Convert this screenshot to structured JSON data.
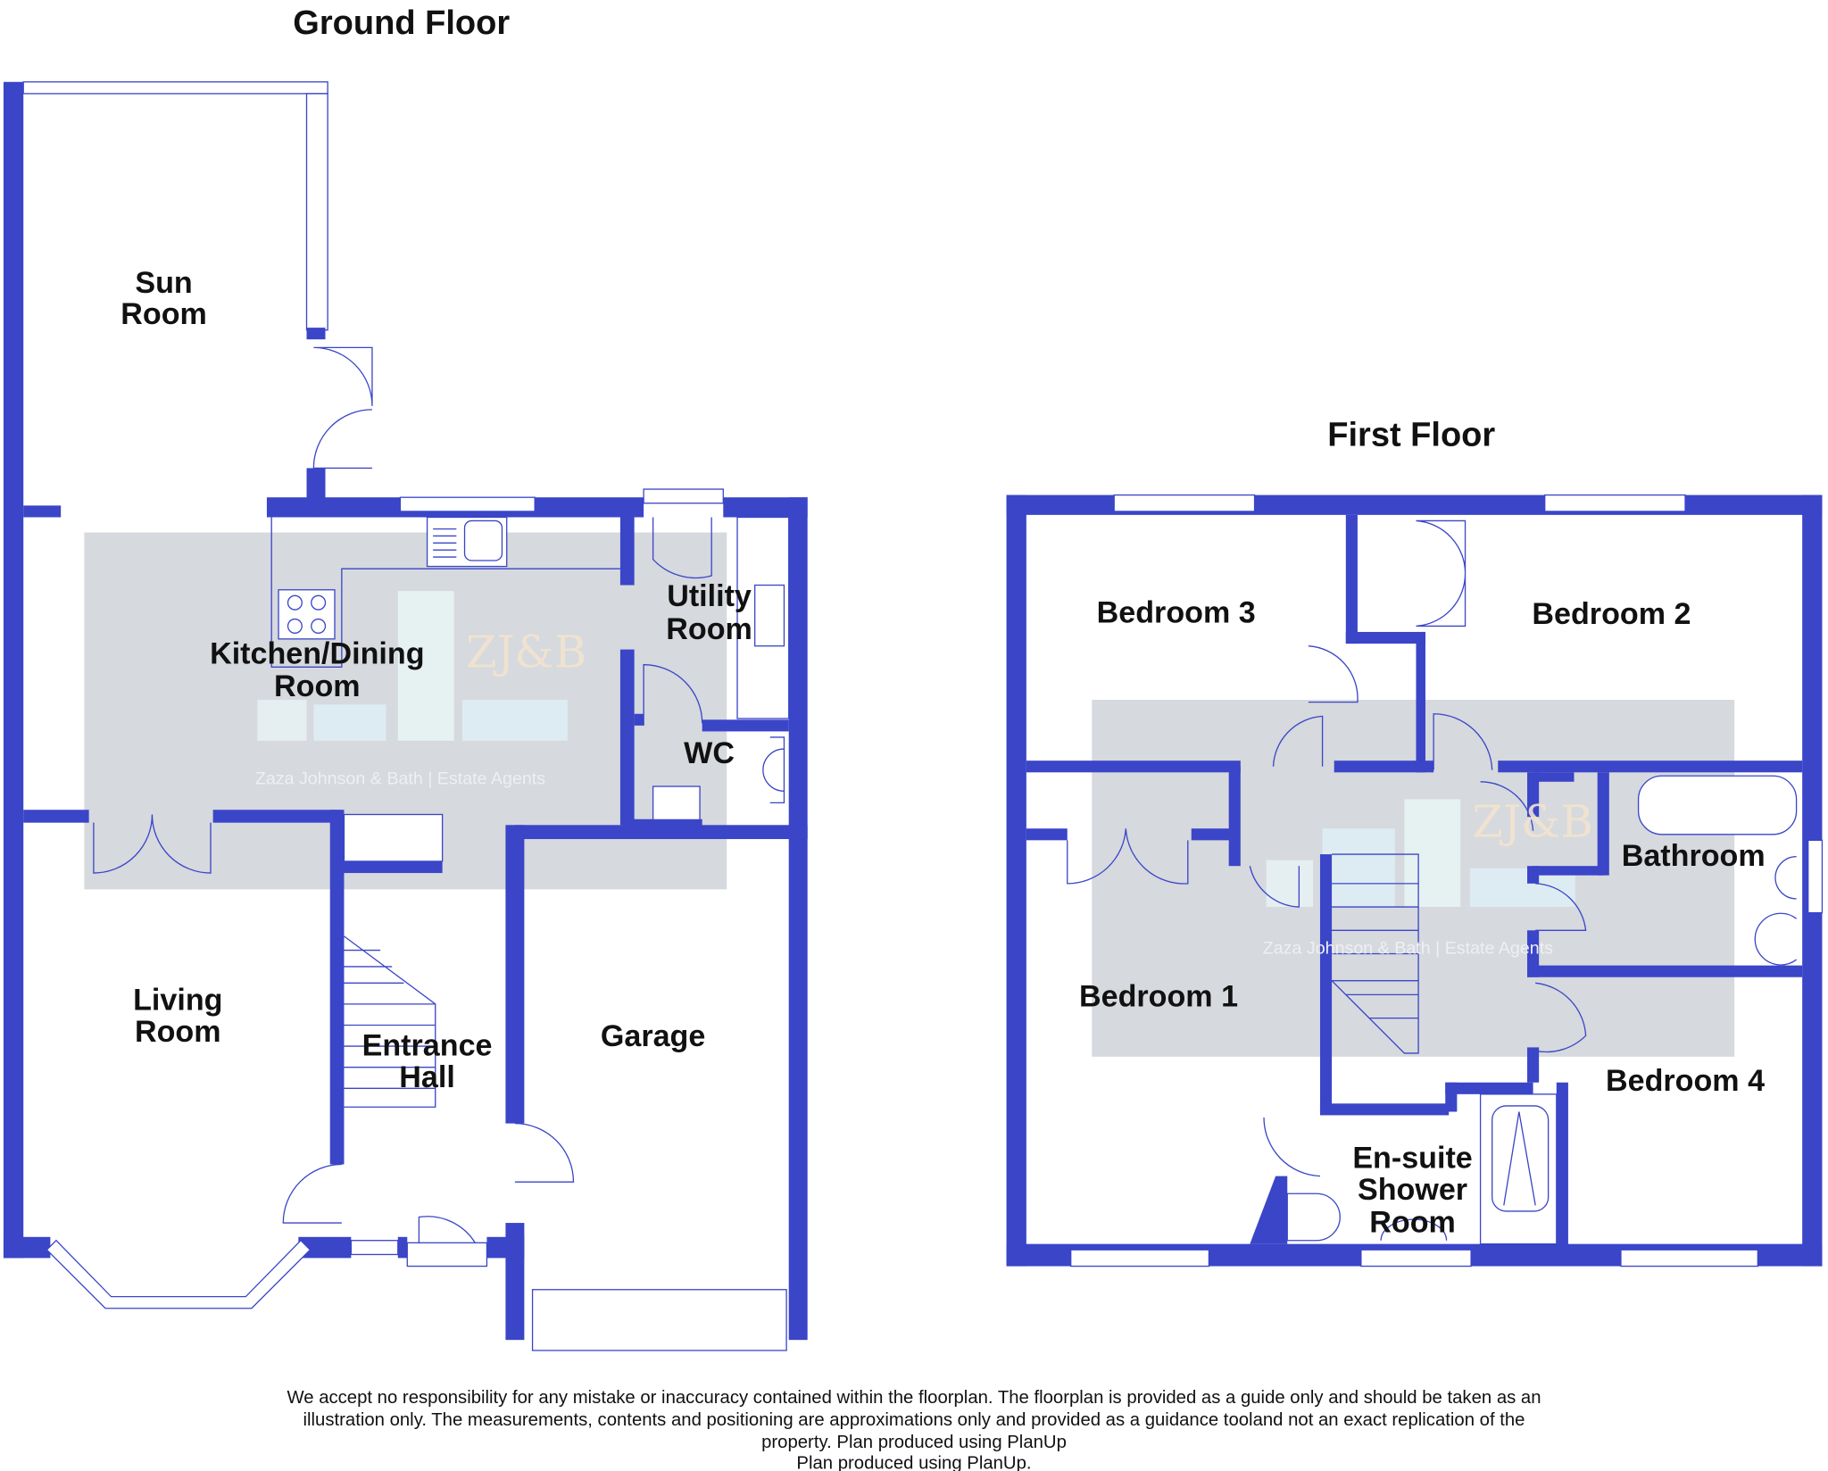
{
  "ground_floor": {
    "title": "Ground Floor",
    "rooms": {
      "sun_room": [
        "Sun",
        "Room"
      ],
      "kitchen": [
        "Kitchen/Dining",
        "Room"
      ],
      "utility": [
        "Utility",
        "Room"
      ],
      "wc": "WC",
      "living": [
        "Living",
        "Room"
      ],
      "hall": [
        "Entrance",
        "Hall"
      ],
      "garage": "Garage"
    }
  },
  "first_floor": {
    "title": "First Floor",
    "rooms": {
      "bedroom3": "Bedroom 3",
      "bedroom2": "Bedroom 2",
      "bedroom1": "Bedroom 1",
      "bathroom": "Bathroom",
      "bedroom4": "Bedroom 4",
      "ensuite": [
        "En-suite",
        "Shower",
        "Room"
      ]
    }
  },
  "watermark": {
    "logo": "ZJ&B",
    "tagline": "Zaza Johnson & Bath  |  Estate Agents"
  },
  "disclaimer": [
    "We accept no responsibility for any mistake or inaccuracy contained within the floorplan. The floorplan is provided as a guide only and should be taken as an",
    "illustration only. The measurements, contents and positioning are approximations only and provided as a guidance tooland not an exact replication of the",
    "property. Plan produced using PlanUp",
    "Plan produced using PlanUp."
  ],
  "colors": {
    "wall": "#3a45c8"
  }
}
